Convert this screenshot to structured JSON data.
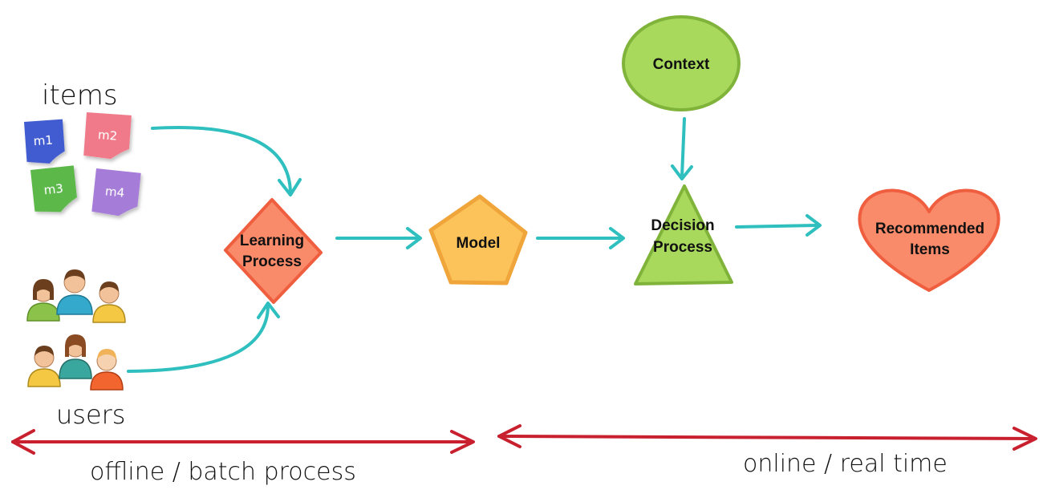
{
  "labels": {
    "items": "items",
    "users": "users",
    "offline": "offline / batch process",
    "online": "online / real time"
  },
  "items": [
    {
      "label": "m1",
      "color": "#3f5bd0"
    },
    {
      "label": "m2",
      "color": "#f07a8a"
    },
    {
      "label": "m3",
      "color": "#5cb84a"
    },
    {
      "label": "m4",
      "color": "#a57bd8"
    }
  ],
  "nodes": {
    "learning": {
      "line1": "Learning",
      "line2": "Process",
      "fill": "#f98a6a",
      "stroke": "#ef5e3e"
    },
    "model": {
      "label": "Model",
      "fill": "#fbc35a",
      "stroke": "#efa53a"
    },
    "context": {
      "label": "Context",
      "fill": "#a8d85c",
      "stroke": "#7fb33a"
    },
    "decision": {
      "line1": "Decision",
      "line2": "Process",
      "fill": "#a8d85c",
      "stroke": "#7fb33a"
    },
    "recommended": {
      "line1": "Recommended",
      "line2": "Items",
      "fill": "#f98a6a",
      "stroke": "#ef5e3e"
    }
  },
  "colors": {
    "arrow": "#2fbfbf",
    "timeline": "#c8202e"
  }
}
